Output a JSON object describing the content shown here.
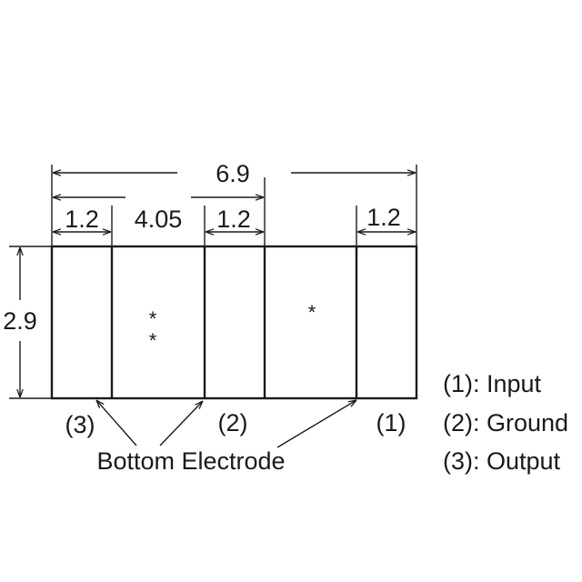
{
  "dimensions": {
    "total_width": "6.9",
    "left_electrode": "1.2",
    "body_1": "4.05",
    "center_electrode": "1.2",
    "right_electrode": "1.2",
    "height": "2.9"
  },
  "body_marks": {
    "left_mark_1": "*",
    "left_mark_2": "*",
    "right_mark": "*"
  },
  "terminals": {
    "t3": "(3)",
    "t2": "(2)",
    "t1": "(1)"
  },
  "bottom_electrode_label": "Bottom Electrode",
  "legend": [
    "(1): Input",
    "(2): Ground",
    "(3): Output"
  ]
}
